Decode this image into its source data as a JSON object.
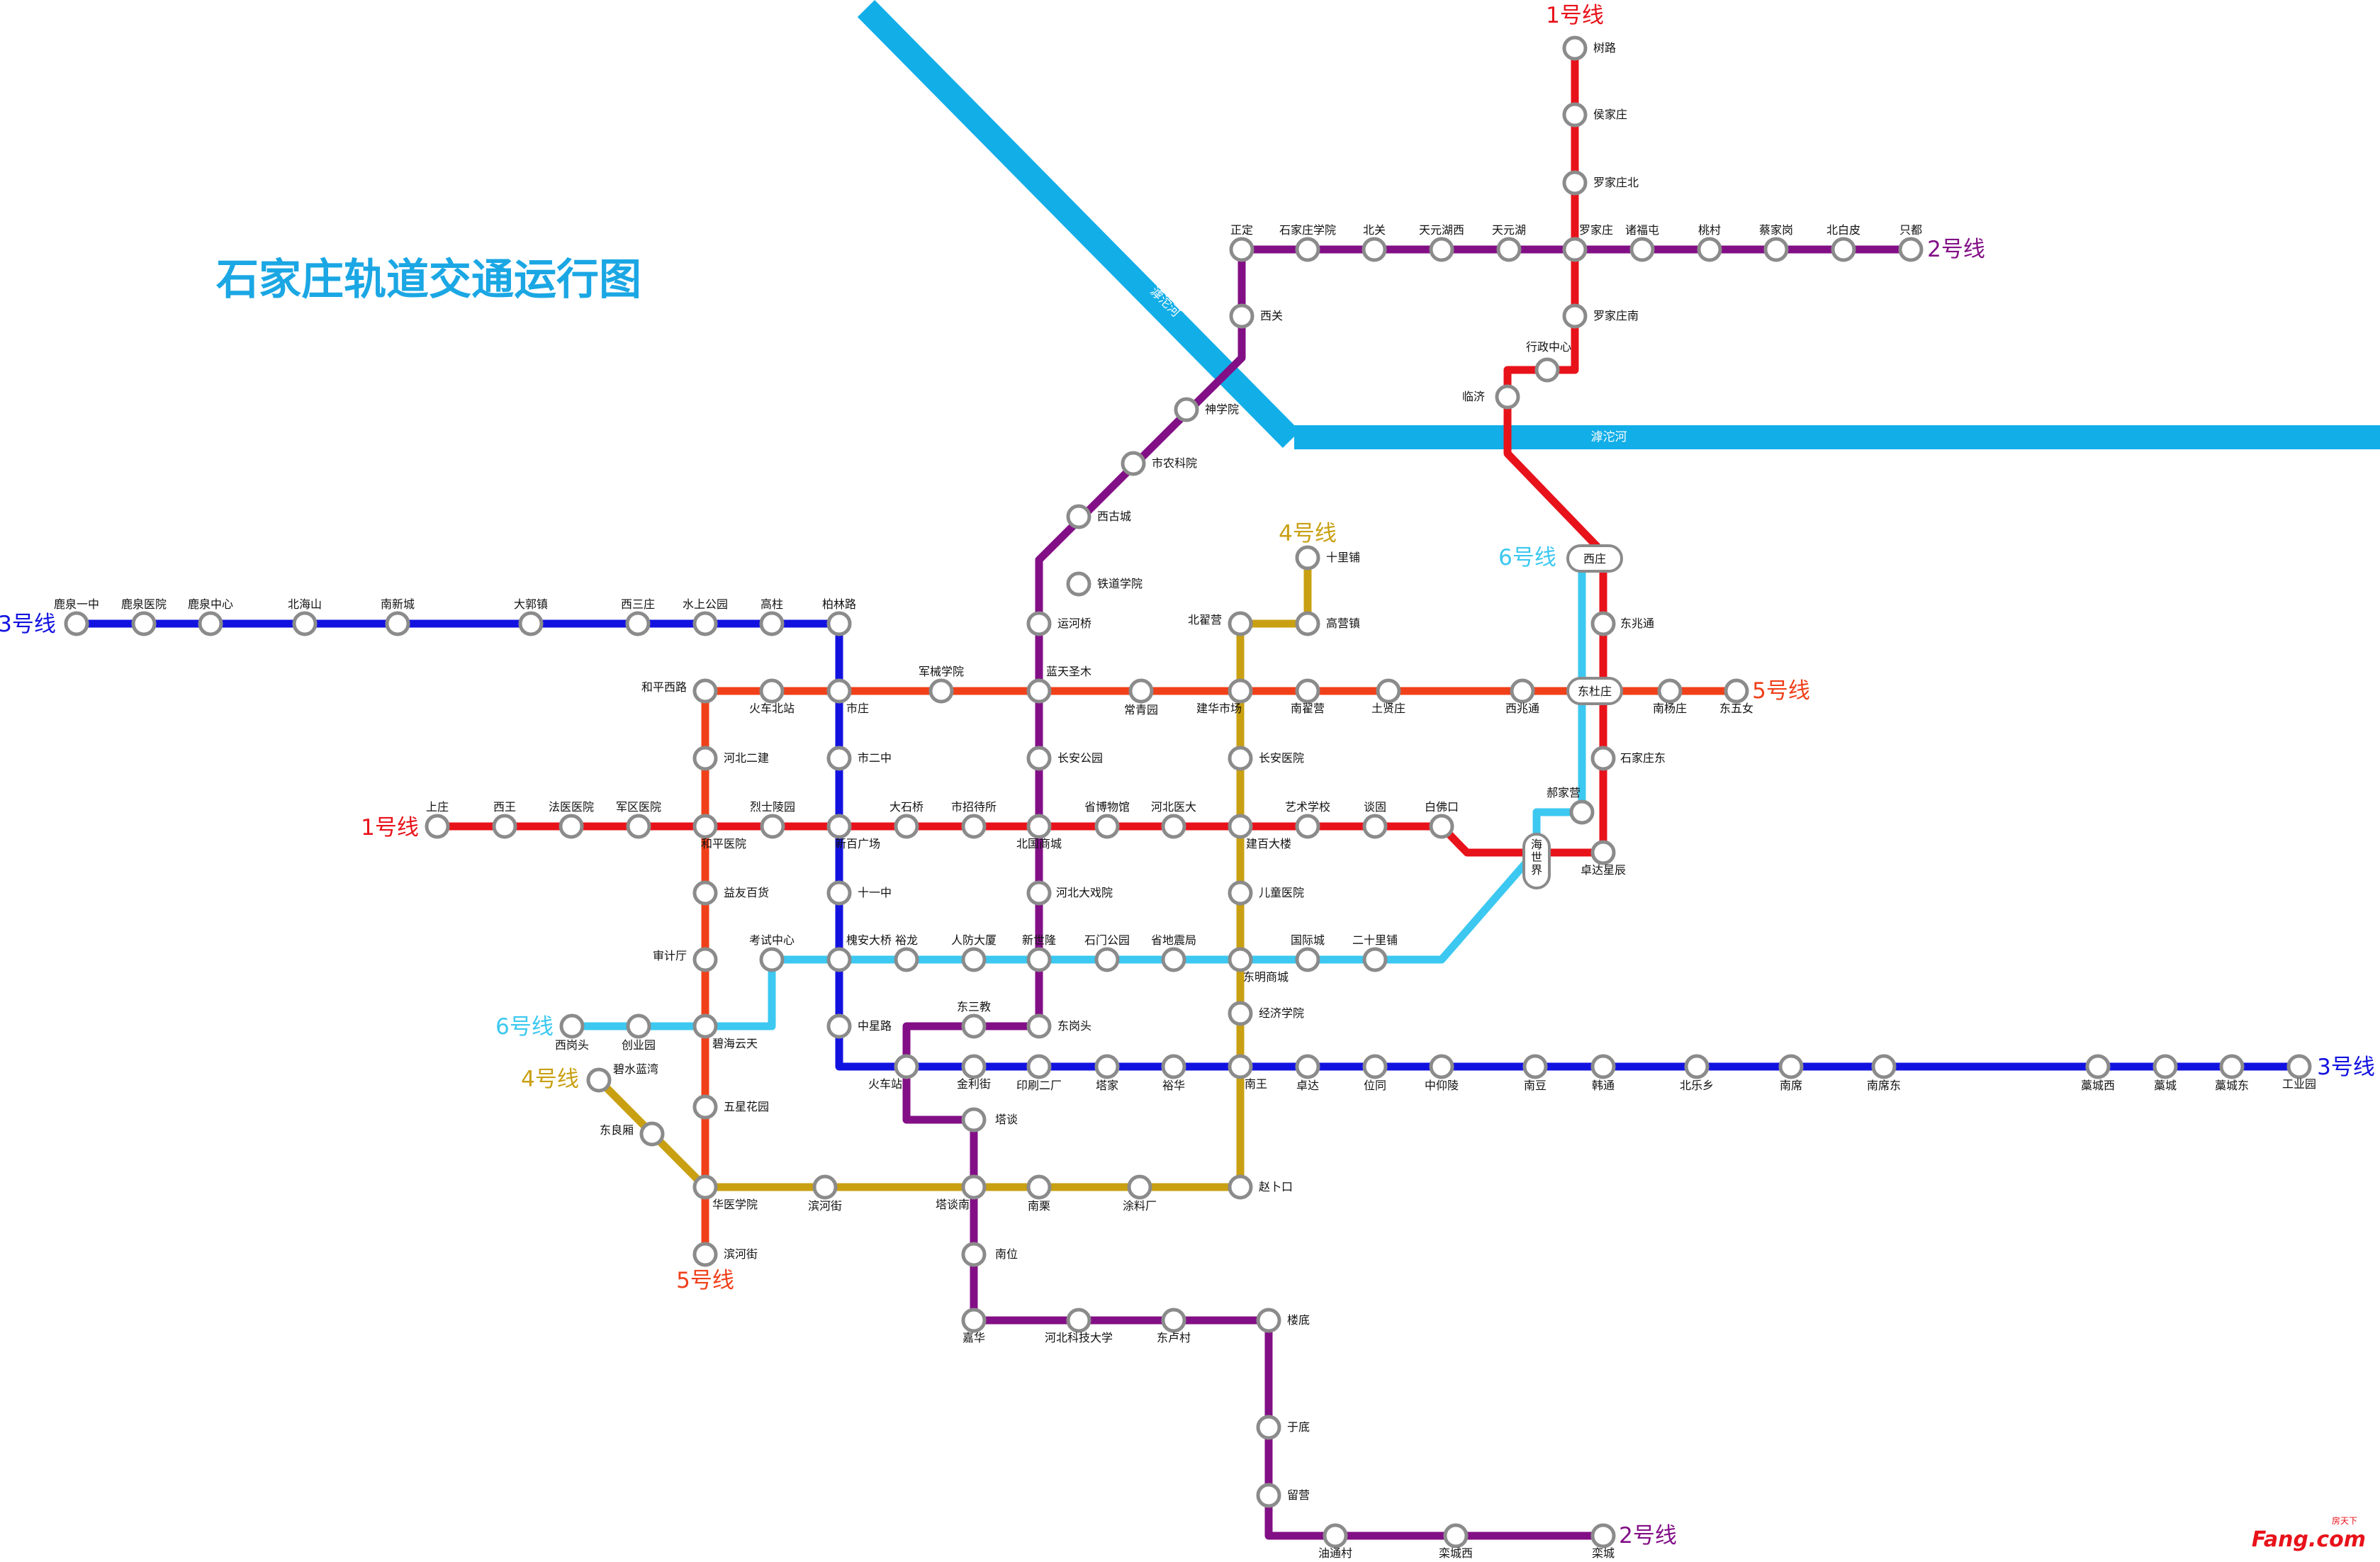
{
  "title": "石家庄轨道交通运行图",
  "colors": {
    "title": "#1ba7e4",
    "river": "#12aee8",
    "line1": "#e8121a",
    "line2": "#820f86",
    "line3": "#1212e0",
    "line4": "#c9a012",
    "line5": "#f0401a",
    "line6": "#3cc8f0"
  },
  "rivers": [
    {
      "id": "river-diagonal",
      "label": "滹沱河"
    },
    {
      "id": "river-horizontal",
      "label": "滹沱河"
    }
  ],
  "line_labels": [
    {
      "id": "l1-north",
      "text": "1号线",
      "line": "line1"
    },
    {
      "id": "l1-west",
      "text": "1号线",
      "line": "line1"
    },
    {
      "id": "l2-east",
      "text": "2号线",
      "line": "line2"
    },
    {
      "id": "l2-south",
      "text": "2号线",
      "line": "line2"
    },
    {
      "id": "l3-west",
      "text": "3号线",
      "line": "line3"
    },
    {
      "id": "l3-east",
      "text": "3号线",
      "line": "line3"
    },
    {
      "id": "l4-north",
      "text": "4号线",
      "line": "line4"
    },
    {
      "id": "l4-west",
      "text": "4号线",
      "line": "line4"
    },
    {
      "id": "l5-east",
      "text": "5号线",
      "line": "line5"
    },
    {
      "id": "l5-south",
      "text": "5号线",
      "line": "line5"
    },
    {
      "id": "l6-north",
      "text": "6号线",
      "line": "line6"
    },
    {
      "id": "l6-west",
      "text": "6号线",
      "line": "line6"
    }
  ],
  "stations": [
    {
      "id": "shulu",
      "name": "树路"
    },
    {
      "id": "houjiazhuang",
      "name": "侯家庄"
    },
    {
      "id": "luojiazhuangbei",
      "name": "罗家庄北"
    },
    {
      "id": "luojiazhuang",
      "name": "罗家庄"
    },
    {
      "id": "luojiazhuangnan",
      "name": "罗家庄南"
    },
    {
      "id": "xingzhengzhongxin",
      "name": "行政中心"
    },
    {
      "id": "linji",
      "name": "临济"
    },
    {
      "id": "dongzhaotong",
      "name": "东兆通"
    },
    {
      "id": "shijiazhuangdong",
      "name": "石家庄东"
    },
    {
      "id": "zhuodaxingchen",
      "name": "卓达星辰"
    },
    {
      "id": "zhengding",
      "name": "正定"
    },
    {
      "id": "sjzxueyuan",
      "name": "石家庄学院"
    },
    {
      "id": "beiguan",
      "name": "北关"
    },
    {
      "id": "tgh-xi",
      "name": "天元湖西"
    },
    {
      "id": "tgh",
      "name": "天元湖"
    },
    {
      "id": "zhufutun",
      "name": "诸福屯"
    },
    {
      "id": "taocun",
      "name": "桃村"
    },
    {
      "id": "caijiagang",
      "name": "蔡家岗"
    },
    {
      "id": "beibaipi",
      "name": "北白皮"
    },
    {
      "id": "zhidu",
      "name": "只都"
    },
    {
      "id": "xiguan",
      "name": "西关"
    },
    {
      "id": "shenxueyuan",
      "name": "神学院"
    },
    {
      "id": "shinongkeyuan",
      "name": "市农科院"
    },
    {
      "id": "xiguchen",
      "name": "西古城"
    },
    {
      "id": "tiedaoxueyuan",
      "name": "铁道学院"
    },
    {
      "id": "yunhebridge",
      "name": "运河桥"
    },
    {
      "id": "lantianshengmu",
      "name": "蓝天圣木"
    },
    {
      "id": "changangongyuan",
      "name": "长安公园"
    },
    {
      "id": "beiguoshangcheng",
      "name": "北国商城"
    },
    {
      "id": "hbdaxiyuan",
      "name": "河北大戏院"
    },
    {
      "id": "xinshilong",
      "name": "新世隆"
    },
    {
      "id": "donggangtou",
      "name": "东岗头"
    },
    {
      "id": "dongsanjiao",
      "name": "东三教"
    },
    {
      "id": "huochezhan",
      "name": "火车站"
    },
    {
      "id": "tatan",
      "name": "塔谈"
    },
    {
      "id": "tatannan",
      "name": "塔谈南"
    },
    {
      "id": "nanwei",
      "name": "南位"
    },
    {
      "id": "jiahua",
      "name": "嘉华"
    },
    {
      "id": "hbkejidaxue",
      "name": "河北科技大学"
    },
    {
      "id": "donghucun",
      "name": "东卢村"
    },
    {
      "id": "loudi",
      "name": "楼底"
    },
    {
      "id": "yudi",
      "name": "于底"
    },
    {
      "id": "liuying",
      "name": "留营"
    },
    {
      "id": "youtongcun",
      "name": "油通村"
    },
    {
      "id": "luanchengxi",
      "name": "栾城西"
    },
    {
      "id": "luancheng",
      "name": "栾城"
    },
    {
      "id": "luquanyizhong",
      "name": "鹿泉一中"
    },
    {
      "id": "luquanyiyuan",
      "name": "鹿泉医院"
    },
    {
      "id": "luquanzhongxin",
      "name": "鹿泉中心"
    },
    {
      "id": "beihaishan",
      "name": "北海山"
    },
    {
      "id": "nanxincheng",
      "name": "南新城"
    },
    {
      "id": "daguozhen",
      "name": "大郭镇"
    },
    {
      "id": "xisanzhuang",
      "name": "西三庄"
    },
    {
      "id": "shuishanggongyuan",
      "name": "水上公园"
    },
    {
      "id": "gaozhu",
      "name": "高柱"
    },
    {
      "id": "bolinlu",
      "name": "柏林路"
    },
    {
      "id": "shizhuang",
      "name": "市庄"
    },
    {
      "id": "shierzhong",
      "name": "市二中"
    },
    {
      "id": "xinbaiguangchang",
      "name": "新百广场"
    },
    {
      "id": "shiyizhong",
      "name": "十一中"
    },
    {
      "id": "huaiandaqiao",
      "name": "槐安大桥"
    },
    {
      "id": "zhongxinglu",
      "name": "中星路"
    },
    {
      "id": "jinlijie",
      "name": "金利街"
    },
    {
      "id": "yinshuaerchang",
      "name": "印刷二厂"
    },
    {
      "id": "tajia",
      "name": "塔家"
    },
    {
      "id": "yuhua",
      "name": "裕华"
    },
    {
      "id": "nanwang",
      "name": "南王"
    },
    {
      "id": "zhuoda",
      "name": "卓达"
    },
    {
      "id": "weitong",
      "name": "位同"
    },
    {
      "id": "zhongyangling",
      "name": "中仰陵"
    },
    {
      "id": "nandou",
      "name": "南豆"
    },
    {
      "id": "hantong",
      "name": "韩通"
    },
    {
      "id": "beilexiang",
      "name": "北乐乡"
    },
    {
      "id": "nanxi",
      "name": "南席"
    },
    {
      "id": "nanxidong",
      "name": "南席东"
    },
    {
      "id": "gaochengxi",
      "name": "藁城西"
    },
    {
      "id": "gaocheng",
      "name": "藁城"
    },
    {
      "id": "gaochengdong",
      "name": "藁城东"
    },
    {
      "id": "gongyeyuan",
      "name": "工业园"
    },
    {
      "id": "shizhuang-s",
      "name": "上庄"
    },
    {
      "id": "xiwang",
      "name": "西王"
    },
    {
      "id": "fayiyuan",
      "name": "法医医院"
    },
    {
      "id": "junquyiyuan",
      "name": "军区医院"
    },
    {
      "id": "hepingyiyuan",
      "name": "和平医院"
    },
    {
      "id": "lieshilingyuan",
      "name": "烈士陵园"
    },
    {
      "id": "dashiqiao",
      "name": "大石桥"
    },
    {
      "id": "shizhaodaisuo",
      "name": "市招待所"
    },
    {
      "id": "shengbowuguan",
      "name": "省博物馆"
    },
    {
      "id": "hbyida",
      "name": "河北医大"
    },
    {
      "id": "jianbaidalou",
      "name": "建百大楼"
    },
    {
      "id": "yishuxuexiao",
      "name": "艺术学校"
    },
    {
      "id": "tanyuan",
      "name": "谈固"
    },
    {
      "id": "baifokou",
      "name": "白佛口"
    },
    {
      "id": "haishijie",
      "name": "海世界"
    },
    {
      "id": "shilipu",
      "name": "十里铺"
    },
    {
      "id": "gaoyingzhen",
      "name": "高营镇"
    },
    {
      "id": "beizhaiying",
      "name": "北翟营"
    },
    {
      "id": "jianhuashichang",
      "name": "建华市场"
    },
    {
      "id": "changanyiyuan",
      "name": "长安医院"
    },
    {
      "id": "ertongyiyuan",
      "name": "儿童医院"
    },
    {
      "id": "dongmingshangcheng",
      "name": "东明商城"
    },
    {
      "id": "jingjixueyuan",
      "name": "经济学院"
    },
    {
      "id": "zhaobukou",
      "name": "赵卜口"
    },
    {
      "id": "tuliaochang",
      "name": "涂料厂"
    },
    {
      "id": "nanli",
      "name": "南栗"
    },
    {
      "id": "binhejie",
      "name": "滨河街"
    },
    {
      "id": "huayixueyuan",
      "name": "华医学院"
    },
    {
      "id": "dongliangxiang",
      "name": "东良厢"
    },
    {
      "id": "bishuilanwan",
      "name": "碧水蓝湾"
    },
    {
      "id": "hepingxilu",
      "name": "和平西路"
    },
    {
      "id": "huochebeizhan",
      "name": "火车北站"
    },
    {
      "id": "junxiexueyuan",
      "name": "军械学院"
    },
    {
      "id": "changqingyuan",
      "name": "常青园"
    },
    {
      "id": "nanzhaiying",
      "name": "南翟营"
    },
    {
      "id": "tuxianzhuang",
      "name": "土贤庄"
    },
    {
      "id": "xizhaotong",
      "name": "西兆通"
    },
    {
      "id": "dongduzhuang",
      "name": "东杜庄"
    },
    {
      "id": "nanyangzhuang",
      "name": "南杨庄"
    },
    {
      "id": "dongwunv",
      "name": "东五女"
    },
    {
      "id": "hbershijian",
      "name": "河北二建"
    },
    {
      "id": "yiyoubaihuo",
      "name": "益友百货"
    },
    {
      "id": "shenjiting",
      "name": "审计厅"
    },
    {
      "id": "bihaiyuntian",
      "name": "碧海云天"
    },
    {
      "id": "wuxinghuayuan",
      "name": "五星花园"
    },
    {
      "id": "binhejie2",
      "name": "滨河街"
    },
    {
      "id": "xigangtou",
      "name": "西岗头"
    },
    {
      "id": "chuangyeyuan",
      "name": "创业园"
    },
    {
      "id": "kaoshizhongxin",
      "name": "考试中心"
    },
    {
      "id": "yulong",
      "name": "裕龙"
    },
    {
      "id": "renfangdasha",
      "name": "人防大厦"
    },
    {
      "id": "shimengongyuan",
      "name": "石门公园"
    },
    {
      "id": "shengdizhenju",
      "name": "省地震局"
    },
    {
      "id": "guojicheng",
      "name": "国际城"
    },
    {
      "id": "ershilipu",
      "name": "二十里铺"
    },
    {
      "id": "haojiaying",
      "name": "郝家营"
    },
    {
      "id": "xizhuang",
      "name": "西庄"
    }
  ],
  "logo": {
    "top": "房天下",
    "main": "Fang.com"
  }
}
